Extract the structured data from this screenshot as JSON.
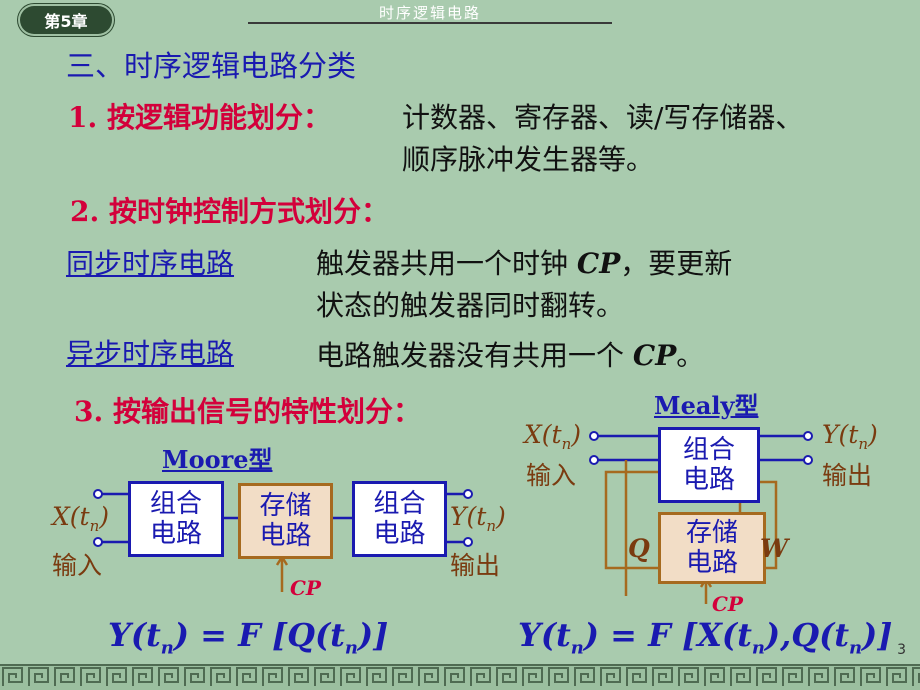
{
  "header": {
    "chapter_badge": "第5章",
    "title": "时序逻辑电路"
  },
  "section_title": "三、时序逻辑电路分类",
  "item1": {
    "label": "1. 按逻辑功能划分：",
    "line1": "计数器、寄存器、读/写存储器、",
    "line2": "顺序脉冲发生器等。"
  },
  "item2": {
    "label": "2. 按时钟控制方式划分："
  },
  "sync": {
    "term": "同步时序电路",
    "desc1_pre": "触发器共用一个时钟 ",
    "desc1_cp": "CP",
    "desc1_post": "，要更新",
    "desc2": "状态的触发器同时翻转。"
  },
  "async": {
    "term": "异步时序电路",
    "desc_pre": "电路触发器没有共用一个 ",
    "desc_cp": "CP",
    "desc_post": "。"
  },
  "item3": {
    "label": "3. 按输出信号的特性划分："
  },
  "moore": {
    "title": "Moore型",
    "box1": [
      "组合",
      "电路"
    ],
    "box2": [
      "存储",
      "电路"
    ],
    "box3": [
      "组合",
      "电路"
    ],
    "input_var": "X(t",
    "input_sub": "n",
    "input_close": ")",
    "input_label": "输入",
    "output_var": "Y(t",
    "output_sub": "n",
    "output_close": ")",
    "output_label": "输出",
    "clock": "CP",
    "formula": {
      "left": "Y(t",
      "sub1": "n",
      "mid": ") = F [Q(t",
      "sub2": "n",
      "end": ")]"
    }
  },
  "mealy": {
    "title": "Mealy型",
    "box1": [
      "组合",
      "电路"
    ],
    "box2": [
      "存储",
      "电路"
    ],
    "input_var": "X(t",
    "input_sub": "n",
    "input_close": ")",
    "input_label": "输入",
    "output_var": "Y(t",
    "output_sub": "n",
    "output_close": ")",
    "output_label": "输出",
    "q_label": "Q",
    "w_label": "W",
    "clock": "CP",
    "formula": {
      "left": "Y(t",
      "sub1": "n",
      "mid": ") = F [X(t",
      "sub2": "n",
      "mid2": "),Q(t",
      "sub3": "n",
      "end": ")]"
    }
  },
  "page_number": "3",
  "colors": {
    "background": "#a9cbae",
    "blue": "#1a1ab0",
    "red": "#d3003b",
    "brown": "#7a3b10"
  }
}
